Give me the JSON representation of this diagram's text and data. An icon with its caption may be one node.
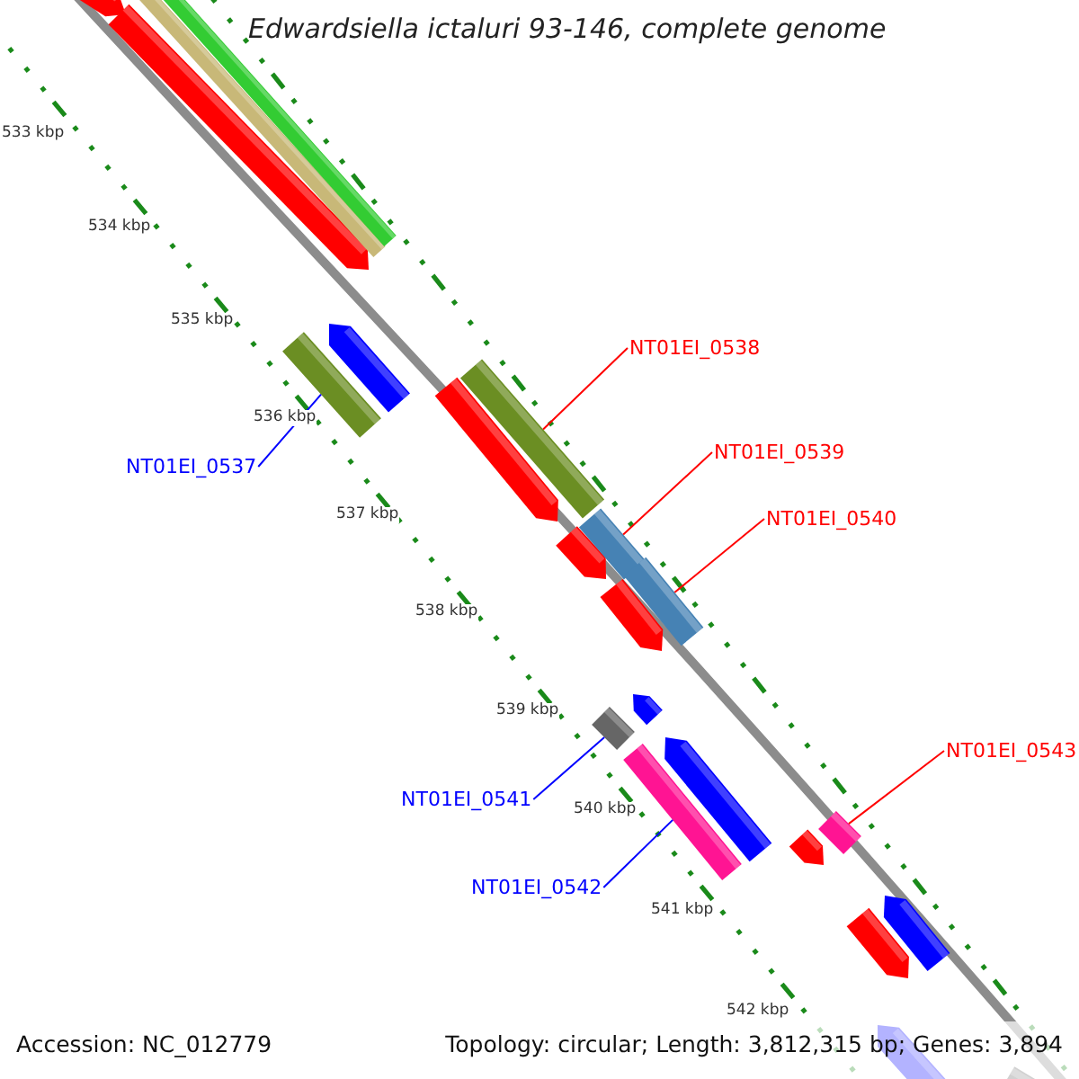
{
  "diagram": {
    "title": "Edwardsiella ictaluri 93-146, complete genome",
    "nodes": [
      {
        "text": [
          "NT01EI_0538"
        ]
      },
      {
        "text": [
          "NT01EI_0539"
        ]
      },
      {
        "text": [
          "NT01EI_0540"
        ]
      },
      {
        "text": [
          "NT01EI_0537"
        ]
      },
      {
        "text": [
          "NT01EI_0543"
        ]
      },
      {
        "text": [
          "NT01EI_0541"
        ]
      },
      {
        "text": [
          "NT01EI_0542"
        ]
      },
      {
        "text": [],
        "shape": "bar"
      },
      {
        "text": [],
        "shape": "bar"
      },
      {
        "text": [],
        "shape": "bar"
      },
      {
        "text": [],
        "shape": "bar"
      },
      {
        "text": [],
        "shape": "bar"
      },
      {
        "text": [],
        "shape": "bar"
      },
      {
        "text": [],
        "shape": "bar"
      }
    ],
    "edges": [
      {
        "from": 0,
        "to": 8,
        "arrow": "none"
      },
      {
        "from": 1,
        "to": 9,
        "arrow": "none"
      },
      {
        "from": 2,
        "to": 10,
        "arrow": "none"
      },
      {
        "from": 3,
        "to": 7,
        "arrow": "none",
        "color": "#0000ff"
      },
      {
        "from": 4,
        "to": 13,
        "arrow": "none"
      },
      {
        "from": 5,
        "to": 11,
        "arrow": "none",
        "color": "#0000ff"
      },
      {
        "from": 6,
        "to": 12,
        "arrow": "none",
        "color": "#0000ff"
      }
    ],
    "labels": [
      "533 kbp",
      "534 kbp",
      "535 kbp",
      "536 kbp",
      "537 kbp",
      "538 kbp",
      "539 kbp",
      "540 kbp",
      "541 kbp",
      "542 kbp",
      "Accession: NC_012779",
      "Topology: circular; Length: 3,812,315 bp; Genes: 3,894"
    ]
  }
}
